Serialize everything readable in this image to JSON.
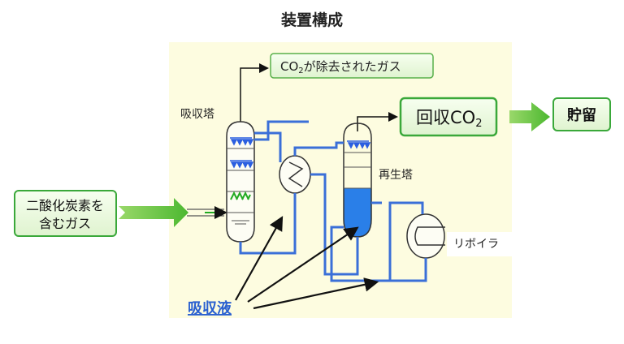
{
  "title": "装置構成",
  "labels": {
    "absorber": "吸収塔",
    "regenerator": "再生塔",
    "reboiler": "リボイラ",
    "absorbent": "吸収液",
    "input_gas_line1": "二酸化炭素を",
    "input_gas_line2": "含むガス",
    "output_gas_prefix": "CO",
    "output_gas_sub": "2",
    "output_gas_suffix": "が除去されたガス",
    "recovered_prefix": "回収CO",
    "recovered_sub": "2",
    "storage": "貯留"
  },
  "colors": {
    "panel": "#fdfce0",
    "pipe": "#3a6fd8",
    "liquid": "#2a7fe8",
    "green_box_border": "#44a844",
    "green_fill": "#6cc43c",
    "spray_blue": "#2b5fe0",
    "spray_green": "#22aa22"
  }
}
